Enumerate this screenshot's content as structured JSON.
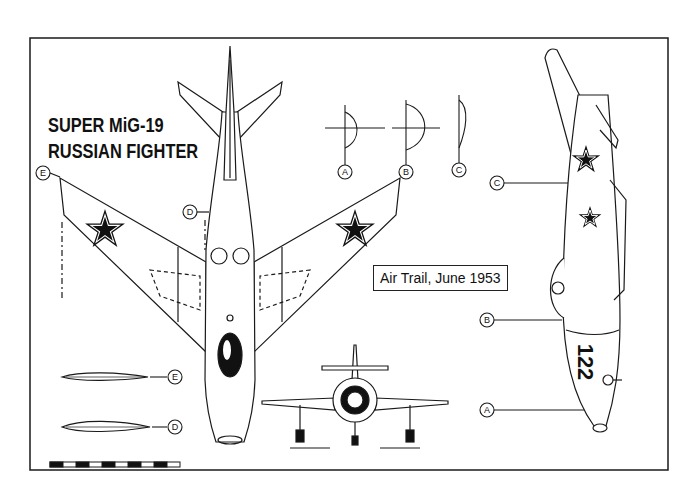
{
  "diagram": {
    "title": "SUPER MiG-19 RUSSIAN FIGHTER",
    "caption": "Air Trail, June 1953",
    "labels": [
      "E",
      "D",
      "A",
      "B",
      "C",
      "C",
      "B",
      "A",
      "122",
      "E",
      "D"
    ]
  }
}
